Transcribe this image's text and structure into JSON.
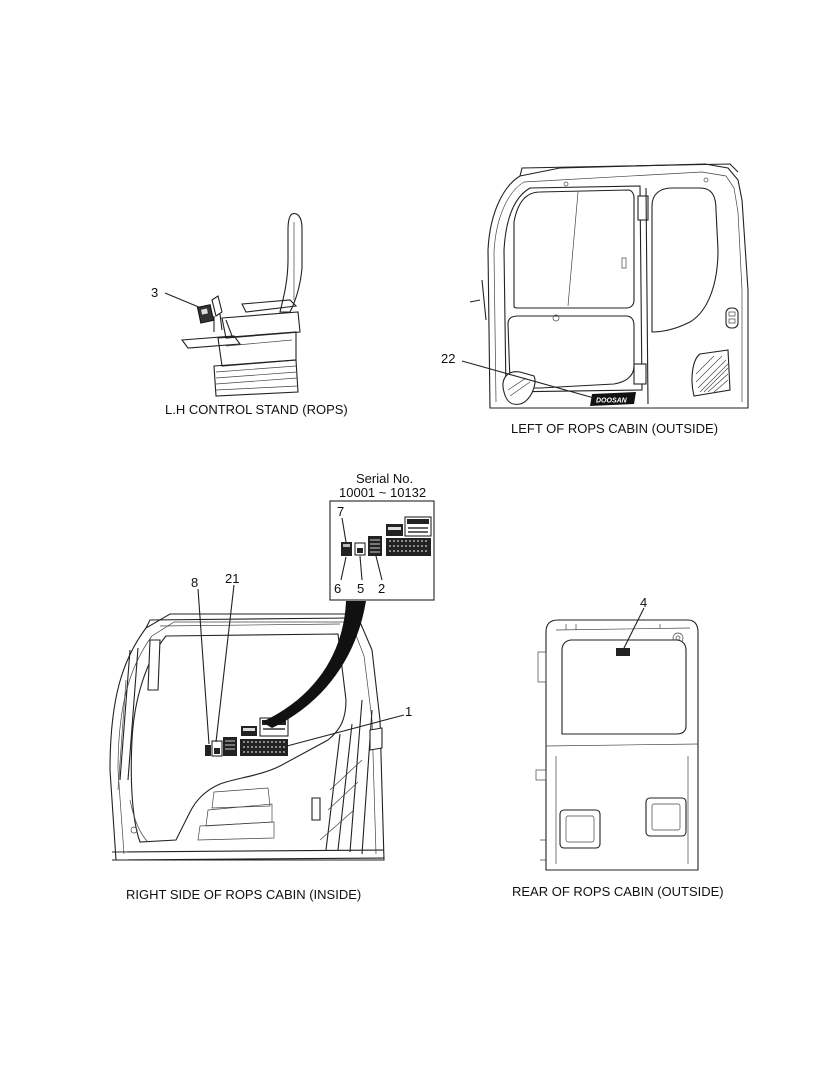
{
  "captions": {
    "lh_control_stand": "L.H CONTROL STAND (ROPS)",
    "left_cabin": "LEFT OF ROPS CABIN (OUTSIDE)",
    "right_side_cabin": "RIGHT SIDE OF ROPS CABIN (INSIDE)",
    "rear_cabin": "REAR OF ROPS CABIN (OUTSIDE)"
  },
  "serial": {
    "title": "Serial No.",
    "range": "10001 ~ 10132"
  },
  "callouts": {
    "c1": "1",
    "c2": "2",
    "c3": "3",
    "c4": "4",
    "c5": "5",
    "c6": "6",
    "c7": "7",
    "c8": "8",
    "c21": "21",
    "c22": "22"
  },
  "brand_decal": "DOOSAN"
}
